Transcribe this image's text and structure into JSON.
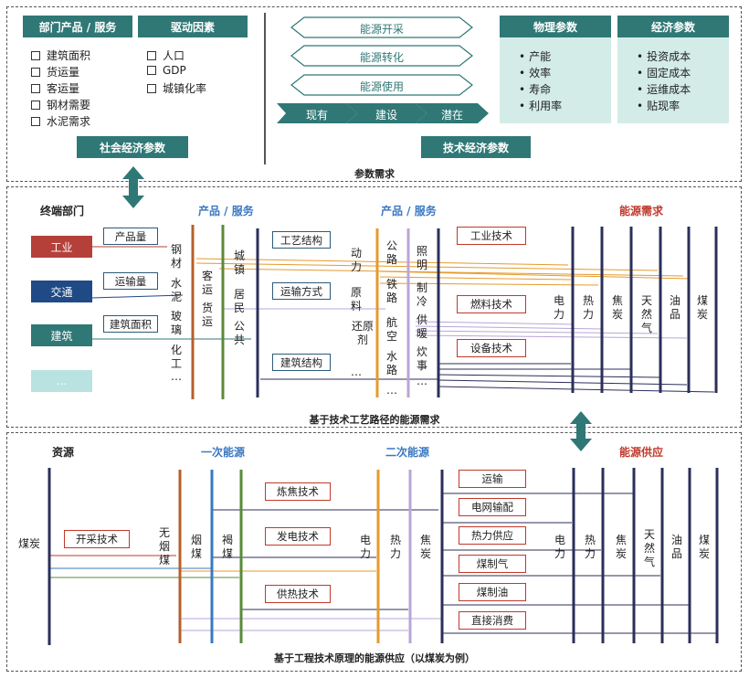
{
  "top": {
    "socio_header": "部门产品 / 服务",
    "drivers_header": "驱动因素",
    "socio_items": [
      "建筑面积",
      "货运量",
      "客运量",
      "钢材需要",
      "水泥需求"
    ],
    "driver_items": [
      "人口",
      "GDP",
      "城镇化率"
    ],
    "socio_footer": "社会经济参数",
    "chevrons": [
      "能源开采",
      "能源转化",
      "能源使用"
    ],
    "arrows": [
      "现有",
      "建设",
      "潜在"
    ],
    "phys_header": "物理参数",
    "phys_items": [
      "产能",
      "效率",
      "寿命",
      "利用率"
    ],
    "econ_header": "经济参数",
    "econ_items": [
      "投资成本",
      "固定成本",
      "运维成本",
      "贴现率"
    ],
    "tech_footer": "技术经济参数",
    "caption": "参数需求"
  },
  "mid": {
    "h_end": "终端部门",
    "h_prod1": "产品 / 服务",
    "h_prod2": "产品 / 服务",
    "h_demand": "能源需求",
    "sectors": [
      "工业",
      "交通",
      "建筑",
      "…"
    ],
    "sector_colors": [
      "#b5403a",
      "#1f4a86",
      "#2f7876",
      "#b9e3e0"
    ],
    "boxes_left": [
      "产品量",
      "运输量",
      "建筑面积"
    ],
    "col_a": [
      "钢材",
      "水泥",
      "玻璃",
      "化工",
      "…"
    ],
    "col_b": [
      "客运",
      "货运"
    ],
    "col_c": [
      "城镇",
      "居民",
      "公共"
    ],
    "boxes_mid": [
      "工艺结构",
      "运输方式",
      "建筑结构"
    ],
    "col_d": [
      "动力",
      "原料",
      "还原剂",
      "…"
    ],
    "col_e": [
      "公路",
      "铁路",
      "航空",
      "水路",
      "…"
    ],
    "col_f": [
      "照明",
      "制冷",
      "供暖",
      "炊事",
      "…"
    ],
    "boxes_right": [
      "工业技术",
      "燃料技术",
      "设备技术"
    ],
    "fuels": [
      "电力",
      "热力",
      "焦炭",
      "天然气",
      "油品",
      "煤炭"
    ],
    "caption": "基于技术工艺路径的能源需求"
  },
  "bot": {
    "h_res": "资源",
    "h_prim": "一次能源",
    "h_sec": "二次能源",
    "h_supply": "能源供应",
    "coal": "煤炭",
    "mining": "开采技术",
    "prim": [
      "无烟煤",
      "烟煤",
      "褐煤"
    ],
    "tech1": [
      "炼焦技术",
      "发电技术",
      "供热技术"
    ],
    "sec": [
      "电力",
      "热力",
      "焦炭"
    ],
    "tech2": [
      "运输",
      "电网输配",
      "热力供应",
      "煤制气",
      "煤制油",
      "直接消费"
    ],
    "supply": [
      "电力",
      "热力",
      "焦炭",
      "天然气",
      "油品",
      "煤炭"
    ],
    "caption": "基于工程技术原理的能源供应（以煤炭为例）"
  },
  "colors": {
    "teal": "#2f7876",
    "light_teal": "#d4ece7",
    "red_box": "#c0392b",
    "navy": "#2b2f5a",
    "orange": "#e69a2e",
    "lavender": "#b8a6d6",
    "brown": "#b5602a",
    "blue": "#3a78c2",
    "green": "#5a8a3a"
  }
}
